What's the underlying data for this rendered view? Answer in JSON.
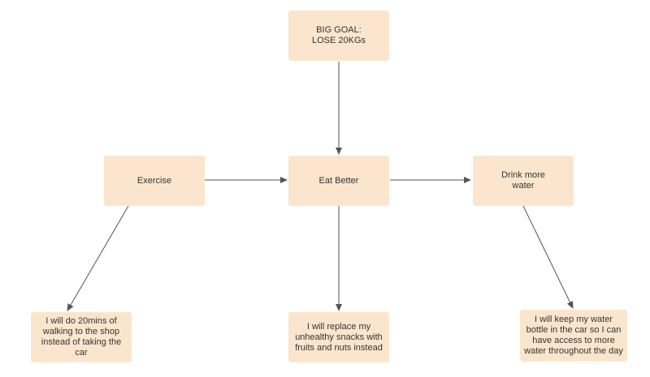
{
  "diagram": {
    "accent_fill": "#fce5cd",
    "edge_color": "#555555",
    "nodes": {
      "goal": "BIG GOAL:\nLOSE 20KGs",
      "exercise": "Exercise",
      "eat_better": "Eat Better",
      "drink_water": "Drink more\nwater",
      "exercise_action": "I will do 20mins of\nwalking to the shop\ninstead of taking the\ncar",
      "eat_action": "I will replace my\nunhealthy snacks with\nfruits and nuts instead",
      "water_action": "I will keep my water\nbottle in the car so I can\nhave access to more\nwater throughout the day"
    },
    "edges": [
      {
        "from": "goal",
        "to": "eat_better"
      },
      {
        "from": "exercise",
        "to": "eat_better"
      },
      {
        "from": "eat_better",
        "to": "drink_water"
      },
      {
        "from": "exercise",
        "to": "exercise_action"
      },
      {
        "from": "eat_better",
        "to": "eat_action"
      },
      {
        "from": "drink_water",
        "to": "water_action"
      }
    ]
  }
}
